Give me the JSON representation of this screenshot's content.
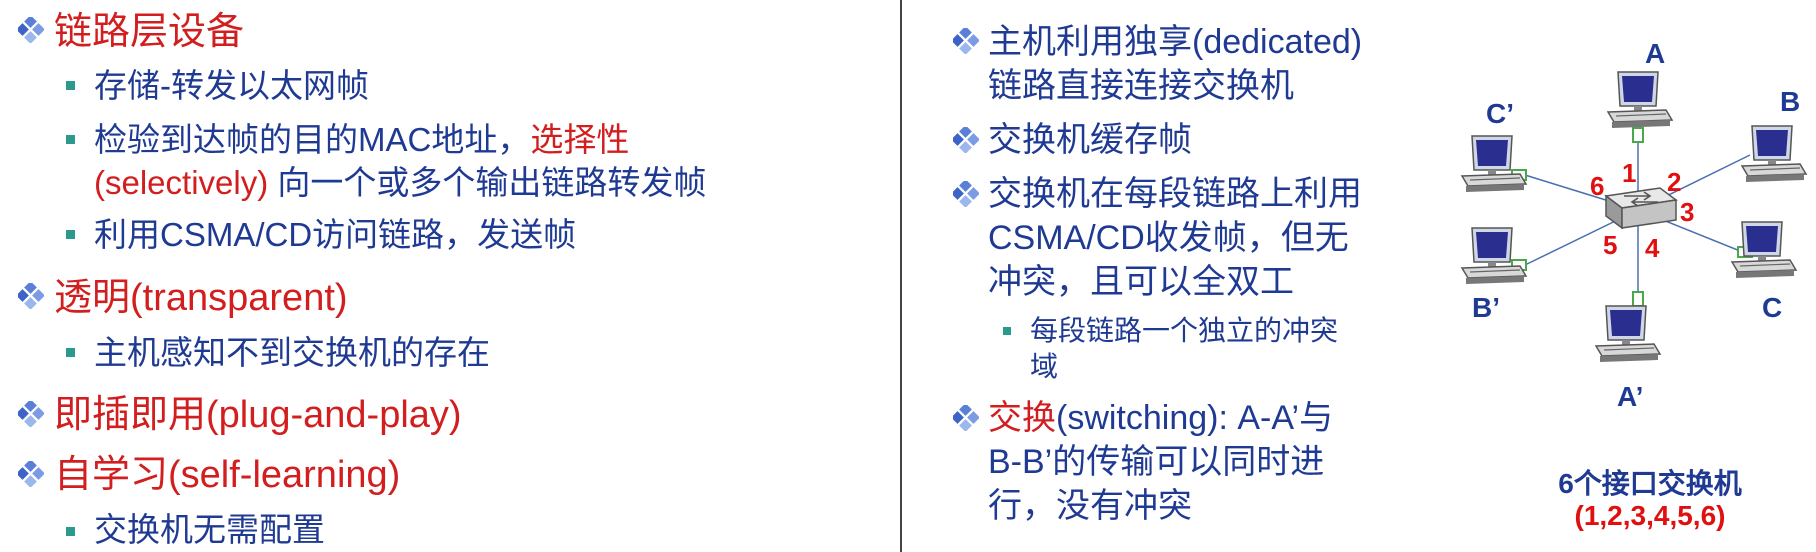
{
  "left": {
    "h1": "链路层设备",
    "h1_items": [
      {
        "text": "存储-转发以太网帧"
      },
      {
        "line1_a": "检验到达帧的目的MAC地址，",
        "line1_b": "选择性",
        "line2_a": "(selectively)",
        "line2_b": " 向一个或多个输出链路转发帧"
      },
      {
        "text": "利用CSMA/CD访问链路，发送帧"
      }
    ],
    "h2": "透明(transparent)",
    "h2_items": [
      {
        "text": "主机感知不到交换机的存在"
      }
    ],
    "h3": "即插即用(plug-and-play)",
    "h4": "自学习(self-learning)",
    "h4_items": [
      {
        "text": "交换机无需配置"
      }
    ]
  },
  "right": {
    "b1_l1": "主机利用独享(dedicated)",
    "b1_l2": "链路直接连接交换机",
    "b2": "交换机缓存帧",
    "b3_l1": "交换机在每段链路上利用",
    "b3_l2": "CSMA/CD收发帧，但无",
    "b3_l3": "冲突，且可以全双工",
    "b3_sub_l1": "每段链路一个独立的冲突",
    "b3_sub_l2": "域",
    "b4_red": "交换",
    "b4_l1": "(switching): A-A’与",
    "b4_l2": "B-B’的传输可以同时进",
    "b4_l3": "行，没有冲突"
  },
  "diagram": {
    "nodes": {
      "A": "A",
      "B": "B",
      "C": "C",
      "A2": "A’",
      "B2": "B’",
      "C2": "C’"
    },
    "ports": [
      "1",
      "2",
      "3",
      "4",
      "5",
      "6"
    ],
    "caption_l1": "6个接口交换机",
    "caption_l2": "(1,2,3,4,5,6)",
    "colors": {
      "accent_red": "#d21e1e",
      "text_blue": "#1f3a93",
      "bullet_teal": "#2a9a8e",
      "port_green": "#4aa84a"
    }
  }
}
